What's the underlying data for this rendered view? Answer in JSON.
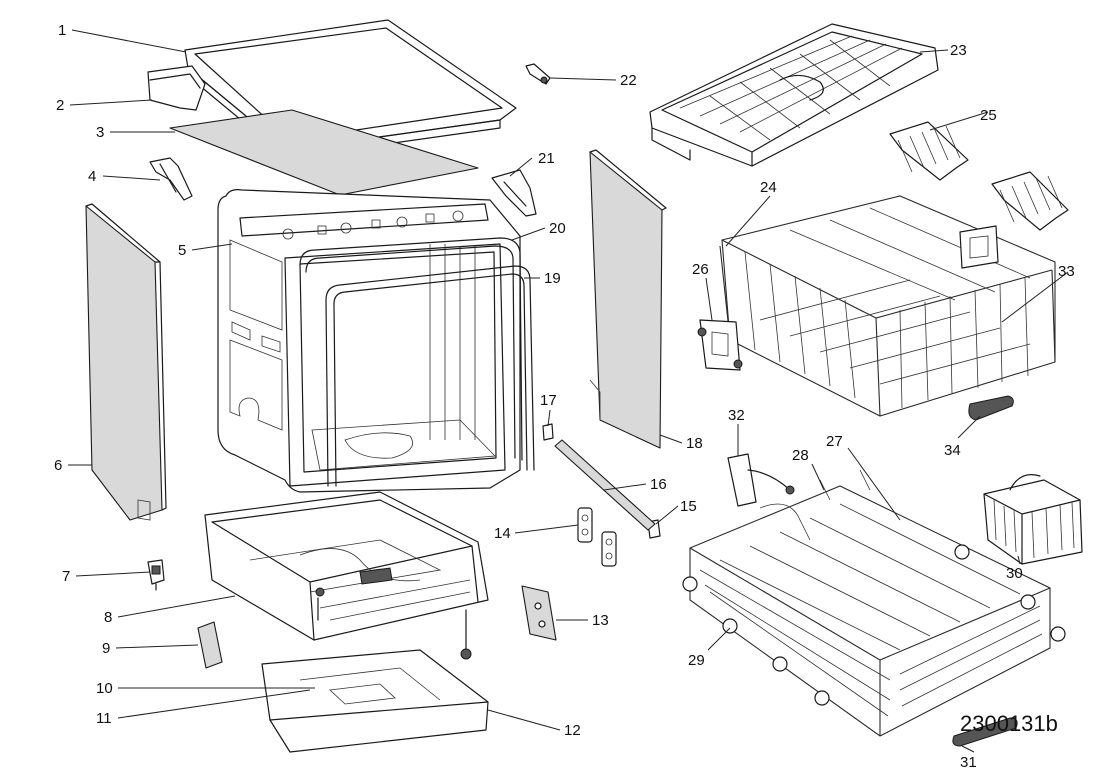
{
  "labels": [
    "1",
    "2",
    "3",
    "4",
    "5",
    "6",
    "7",
    "8",
    "9",
    "10",
    "11",
    "12",
    "13",
    "14",
    "15",
    "16",
    "17",
    "18",
    "19",
    "20",
    "21",
    "22",
    "23",
    "24",
    "25",
    "26",
    "27",
    "28",
    "29",
    "30",
    "31",
    "32",
    "33",
    "34"
  ],
  "drawing_code": "2300131b"
}
